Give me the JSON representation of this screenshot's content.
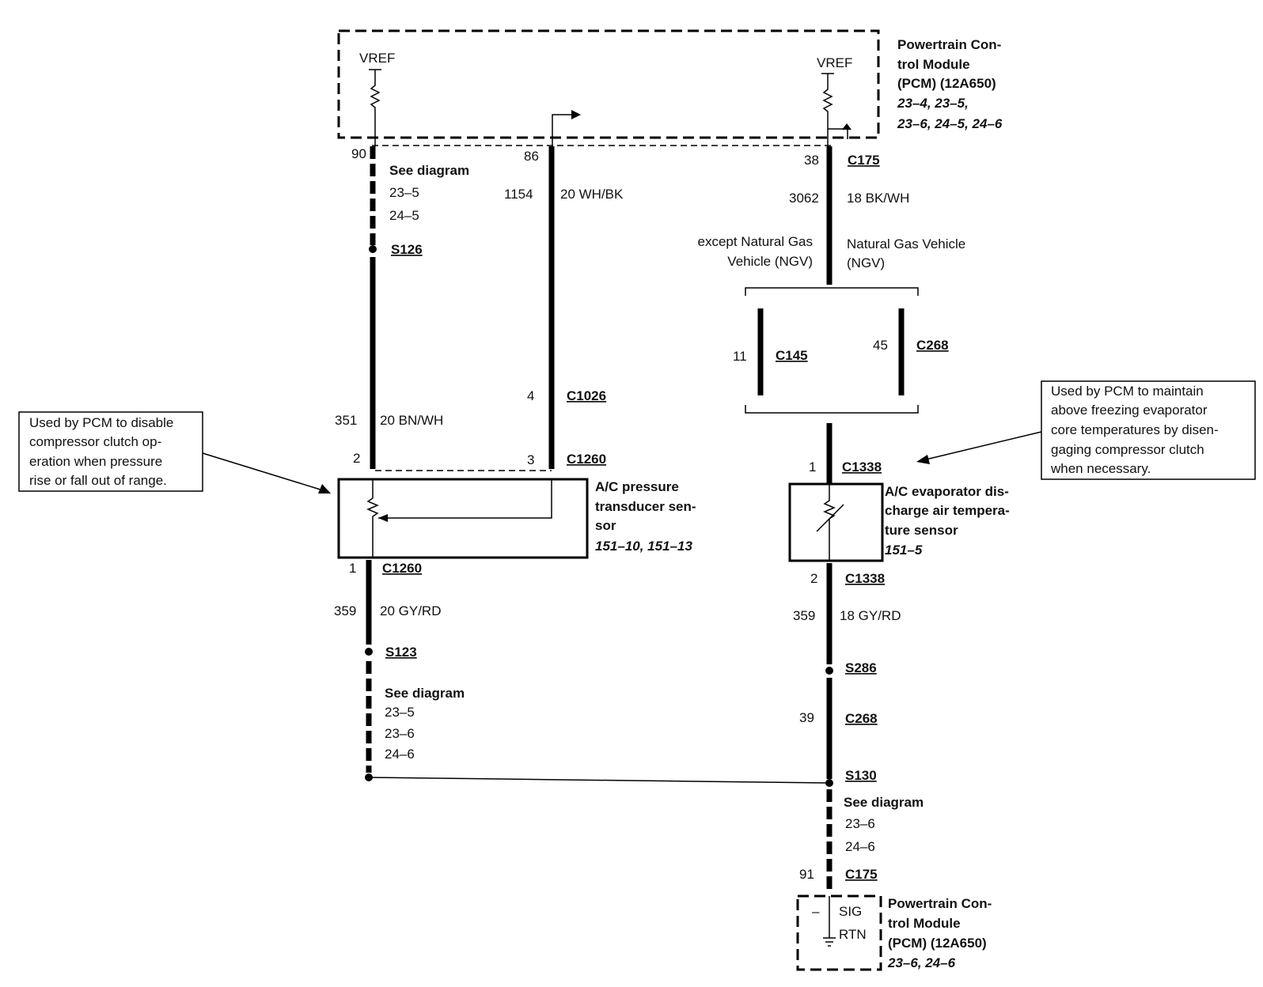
{
  "pcm_top": {
    "title_lines": [
      "Powertrain Con-",
      "trol Module",
      "(PCM) (12A650)"
    ],
    "ref_lines": [
      "23–4, 23–5,",
      "23–6, 24–5, 24–6"
    ],
    "vref_left": "VREF",
    "vref_right": "VREF"
  },
  "pcm_bottom": {
    "title_lines": [
      "Powertrain Con-",
      "trol Module",
      "(PCM) (12A650)"
    ],
    "ref_lines": [
      "23–6, 24–6"
    ],
    "sig_lines": [
      "SIG",
      "RTN"
    ],
    "minus": "–"
  },
  "left_circuit": {
    "pin_top": "90",
    "see_diagram": "See diagram",
    "diag_refs_top": [
      "23–5",
      "24–5"
    ],
    "splice_top": "S126",
    "wire_top_num": "351",
    "wire_top_label": "20 BN/WH",
    "pin_conn_top": "2",
    "pin_conn_bottom": "1",
    "conn_bottom": "C1260",
    "wire_bottom_num": "359",
    "wire_bottom_label": "20 GY/RD",
    "splice_bottom": "S123",
    "diag_refs_bottom": [
      "23–5",
      "23–6",
      "24–6"
    ]
  },
  "mid_circuit": {
    "pin_top": "86",
    "wire_num": "1154",
    "wire_label": "20 WH/BK",
    "pin_c1026": "4",
    "conn_c1026": "C1026",
    "pin_c1260": "3",
    "conn_c1260": "C1260"
  },
  "pressure_sensor": {
    "title_lines": [
      "A/C pressure",
      "transducer sen-",
      "sor"
    ],
    "refs": "151–10, 151–13"
  },
  "left_note": {
    "lines": [
      "Used by PCM to disable",
      "compressor clutch op-",
      "eration when pressure",
      "rise or fall out of range."
    ]
  },
  "right_circuit": {
    "pin_top": "38",
    "conn_top": "C175",
    "wire_num": "3062",
    "wire_label": "18 BK/WH",
    "option_left": [
      "except Natural Gas",
      "Vehicle (NGV)"
    ],
    "option_right": [
      "Natural Gas Vehicle",
      "(NGV)"
    ],
    "opt_left_pin": "11",
    "opt_left_conn": "C145",
    "opt_right_pin": "45",
    "opt_right_conn": "C268",
    "pin_c1338_top": "1",
    "conn_c1338_top": "C1338",
    "pin_c1338_bottom": "2",
    "conn_c1338_bottom": "C1338",
    "wire_bottom_num": "359",
    "wire_bottom_label": "18 GY/RD",
    "splice_s286": "S286",
    "pin_c268": "39",
    "conn_c268": "C268",
    "splice_s130": "S130",
    "see_diagram": "See diagram",
    "diag_refs": [
      "23–6",
      "24–6"
    ],
    "pin_c175": "91",
    "conn_c175": "C175"
  },
  "evap_sensor": {
    "title_lines": [
      "A/C evaporator dis-",
      "charge air tempera-",
      "ture sensor"
    ],
    "refs": "151–5"
  },
  "right_note": {
    "lines": [
      "Used by PCM to maintain",
      "above freezing evaporator",
      "core temperatures by disen-",
      "gaging compressor clutch",
      "when necessary."
    ]
  }
}
